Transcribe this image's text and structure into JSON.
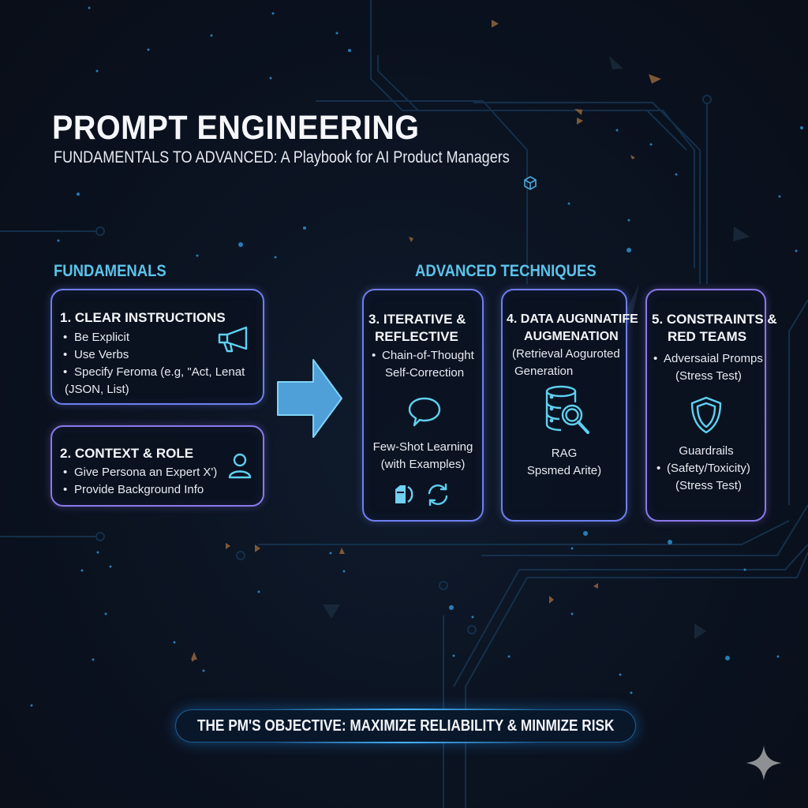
{
  "header": {
    "title": "PROMPT ENGINEERING",
    "subtitle": "FUNDAMENTALS TO ADVANCED: A Playbook for AI Product Managers"
  },
  "sections": {
    "fundamentals_label": "FUNDAMENALS",
    "advanced_label": "ADVANCED TECHNIQUES"
  },
  "cards": [
    {
      "title": "1. CLEAR INSTRUCTIONS",
      "icon": "megaphone-icon",
      "bullets": [
        "Be Explicit",
        "Use Verbs",
        "Specify Feroma (e.g, \"Act, Lenat",
        "(JSON, List)"
      ]
    },
    {
      "title": "2. CONTEXT & ROLE",
      "icon": "user-icon",
      "bullets": [
        "Give Persona an Expert X')",
        "Provide Background Info"
      ]
    },
    {
      "title_line1": "3. ITERATIVE &",
      "title_line2": "REFLECTIVE",
      "bullet1": "Chain-of-Thought",
      "bullet1_cont": "Self-Correction",
      "icon1": "speech-bubble-icon",
      "text2_line1": "Few-Shot Learning",
      "text2_line2": "(with Examples)",
      "icon2": "document-audio-icon",
      "icon3": "refresh-cycle-icon"
    },
    {
      "title_line1": "4. DATA AUGNNATIFE",
      "title_line2": "AUGMENATION",
      "text1_line1": "(Retrieval Aoguroted",
      "text1_line2": "Generation",
      "icon": "database-search-icon",
      "text2_line1": "RAG",
      "text2_line2": "Spsmed Arite)"
    },
    {
      "title_line1": "5. CONSTRAINTS &",
      "title_line2": "RED TEAMS",
      "bullet1": "Adversaial Promps",
      "bullet1_cont": "(Stress Test)",
      "icon": "shield-icon",
      "text2_line1": "Guardrails",
      "bullet2": "(Safety/Toxicity)",
      "bullet2_cont": "(Stress Test)"
    }
  ],
  "objective": {
    "text": "THE PM'S OBJECTIVE: MAXIMIZE RELIABILITY & MINMIZE RISK"
  },
  "decor": {
    "arrow": "right-arrow-icon",
    "cube": "cube-icon",
    "sparkle": "sparkle-icon"
  },
  "colors": {
    "background": "#0b1220",
    "accent_cyan": "#5cc3ea",
    "box_border_blue": "#6f7ff0",
    "box_border_purple": "#8a79ea",
    "arrow_fill": "#4f9fd8",
    "icon_stroke": "#5fd0f0"
  }
}
